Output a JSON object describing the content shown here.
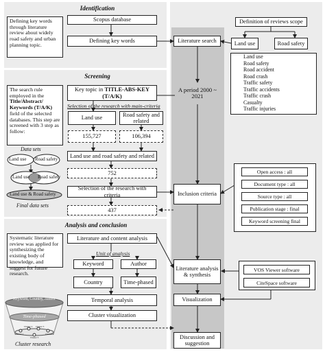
{
  "identification": {
    "title": "Identification",
    "note": "Defining key words through literature review about widely road safety and urban planning topic.",
    "scopus": "Scopus database",
    "defining_keywords": "Defining key words"
  },
  "screening": {
    "title": "Screening",
    "note_prefix": "The search rule employed in the ",
    "note_bold": "Title/Abstract/ Keywords (T/A/K)",
    "note_suffix": " field of the selected databases. This step are screened with 3 step as follow:",
    "data_sets_label": "Data sets",
    "venn_land_use": "Land use",
    "venn_road_safety": "Road safety",
    "venn_land_use2": "Land use",
    "venn_road_safety2": "Road safety",
    "final_pill": "Land use & Road safety",
    "final_label": "Final data sets",
    "topic_line1": "Key topic in ",
    "topic_bold": "TITLE-ABS-KEY",
    "topic_line2": "(T/A/K)",
    "selection_label": "Selection of the research with main-criteria",
    "land_use": "Land use",
    "road_safety_related": "Road safety and related",
    "count_land": "155,727",
    "count_road": "106,394",
    "combined": "Land use and road safety and related",
    "count_combined": "752",
    "selection_criteria": "Selection of the research with criteria",
    "count_final": "437"
  },
  "analysis": {
    "title": "Analysis and conclusion",
    "note": "Systematic literature review was applied for synthesizing the existing body of knowledge, and suggest for future research.",
    "literature_content": "Literature and content analysis",
    "unit_label": "Unit of analysis",
    "keyword": "Keyword",
    "author": "Author",
    "country": "Country",
    "time_phased": "Time-phased",
    "temporal": "Temporal analysis",
    "cluster_vis": "Cluster visualization",
    "funnel_top": "Keyword, Country, Author",
    "funnel_mid": "Time-phased",
    "funnel_c1": "Cluster 1",
    "funnel_c2": "Cluster 2",
    "funnel_c3": "Cluster 3",
    "funnel_c4": "Cluster 4",
    "funnel_c5": "Cluster 5",
    "cluster_research_label": "Cluster research"
  },
  "flow": {
    "literature_search": "Literature search",
    "period": "A period 2000 ~ 2021",
    "inclusion_criteria": "Inclusion criteria",
    "literature_synthesis": "Literature analysis & synthesis",
    "visualization": "Visualization",
    "discussion": "Discussion and suggestion"
  },
  "scope": {
    "definition": "Definition of reviews scope",
    "land_use": "Land use",
    "road_safety": "Road safety",
    "keywords": [
      "Land use",
      "Road safety",
      "Road accident",
      "Road crash",
      "Traffic safety",
      "Traffic accidents",
      "Traffic crash",
      "Casualty",
      "Traffic injuries"
    ]
  },
  "criteria": {
    "items": [
      "Open access : all",
      "Document type : all",
      "Source type : all",
      "Publication stage : final",
      "Keyword screening final"
    ]
  },
  "software": {
    "items": [
      "VOS Viewer software",
      "CiteSpace software"
    ]
  }
}
